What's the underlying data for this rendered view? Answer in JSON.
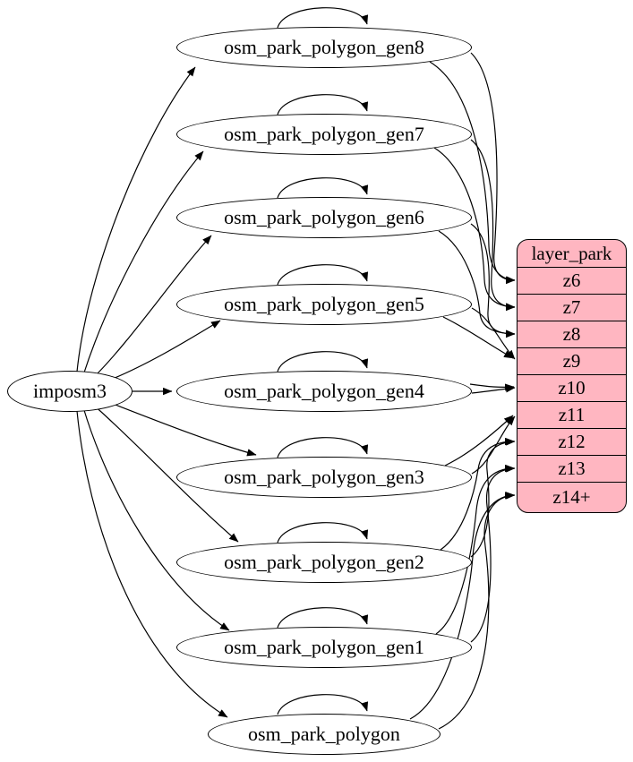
{
  "nodes": [
    {
      "id": "imposm3",
      "label": "imposm3"
    },
    {
      "id": "osm_park_polygon_gen8",
      "label": "osm_park_polygon_gen8"
    },
    {
      "id": "osm_park_polygon_gen7",
      "label": "osm_park_polygon_gen7"
    },
    {
      "id": "osm_park_polygon_gen6",
      "label": "osm_park_polygon_gen6"
    },
    {
      "id": "osm_park_polygon_gen5",
      "label": "osm_park_polygon_gen5"
    },
    {
      "id": "osm_park_polygon_gen4",
      "label": "osm_park_polygon_gen4"
    },
    {
      "id": "osm_park_polygon_gen3",
      "label": "osm_park_polygon_gen3"
    },
    {
      "id": "osm_park_polygon_gen2",
      "label": "osm_park_polygon_gen2"
    },
    {
      "id": "osm_park_polygon_gen1",
      "label": "osm_park_polygon_gen1"
    },
    {
      "id": "osm_park_polygon",
      "label": "osm_park_polygon"
    }
  ],
  "table": {
    "title": "layer_park",
    "rows": [
      "z6",
      "z7",
      "z8",
      "z9",
      "z10",
      "z11",
      "z12",
      "z13",
      "z14+"
    ]
  },
  "edges": [
    {
      "from": "imposm3",
      "to": "osm_park_polygon_gen8",
      "count": 1
    },
    {
      "from": "imposm3",
      "to": "osm_park_polygon_gen7",
      "count": 1
    },
    {
      "from": "imposm3",
      "to": "osm_park_polygon_gen6",
      "count": 1
    },
    {
      "from": "imposm3",
      "to": "osm_park_polygon_gen5",
      "count": 1
    },
    {
      "from": "imposm3",
      "to": "osm_park_polygon_gen4",
      "count": 1
    },
    {
      "from": "imposm3",
      "to": "osm_park_polygon_gen3",
      "count": 1
    },
    {
      "from": "imposm3",
      "to": "osm_park_polygon_gen2",
      "count": 1
    },
    {
      "from": "imposm3",
      "to": "osm_park_polygon_gen1",
      "count": 1
    },
    {
      "from": "imposm3",
      "to": "osm_park_polygon",
      "count": 1
    },
    {
      "from": "osm_park_polygon_gen8",
      "to": "osm_park_polygon_gen8",
      "count": 1
    },
    {
      "from": "osm_park_polygon_gen7",
      "to": "osm_park_polygon_gen7",
      "count": 1
    },
    {
      "from": "osm_park_polygon_gen6",
      "to": "osm_park_polygon_gen6",
      "count": 1
    },
    {
      "from": "osm_park_polygon_gen5",
      "to": "osm_park_polygon_gen5",
      "count": 1
    },
    {
      "from": "osm_park_polygon_gen4",
      "to": "osm_park_polygon_gen4",
      "count": 1
    },
    {
      "from": "osm_park_polygon_gen3",
      "to": "osm_park_polygon_gen3",
      "count": 1
    },
    {
      "from": "osm_park_polygon_gen2",
      "to": "osm_park_polygon_gen2",
      "count": 1
    },
    {
      "from": "osm_park_polygon_gen1",
      "to": "osm_park_polygon_gen1",
      "count": 1
    },
    {
      "from": "osm_park_polygon",
      "to": "osm_park_polygon",
      "count": 1
    },
    {
      "from": "osm_park_polygon_gen8",
      "to": "layer_park.z6",
      "count": 2
    },
    {
      "from": "osm_park_polygon_gen7",
      "to": "layer_park.z7",
      "count": 2
    },
    {
      "from": "osm_park_polygon_gen6",
      "to": "layer_park.z8",
      "count": 2
    },
    {
      "from": "osm_park_polygon_gen5",
      "to": "layer_park.z9",
      "count": 2
    },
    {
      "from": "osm_park_polygon_gen4",
      "to": "layer_park.z10",
      "count": 2
    },
    {
      "from": "osm_park_polygon_gen3",
      "to": "layer_park.z11",
      "count": 2
    },
    {
      "from": "osm_park_polygon_gen2",
      "to": "layer_park.z12",
      "count": 2
    },
    {
      "from": "osm_park_polygon_gen1",
      "to": "layer_park.z13",
      "count": 2
    },
    {
      "from": "osm_park_polygon",
      "to": "layer_park.z14+",
      "count": 2
    }
  ],
  "colors": {
    "record_fill": "#ffb6c1",
    "node_fill": "#ffffff",
    "stroke": "#000000"
  }
}
